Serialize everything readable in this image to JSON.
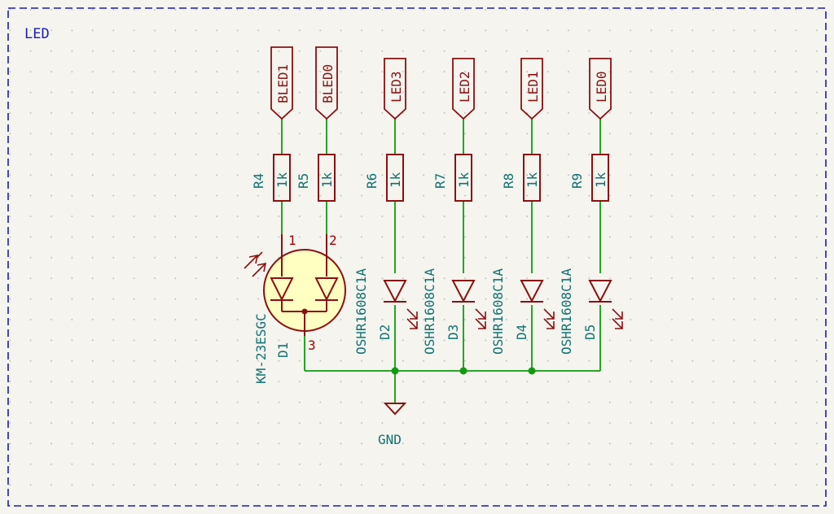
{
  "sheet": {
    "title": "LED"
  },
  "colors": {
    "background": "#f5f4ef",
    "frame": "#1b1bb5",
    "wire": "#0f9b0f",
    "symbol": "#8a1010",
    "label": "#0f7272",
    "pin_number": "#a00000",
    "led_body": "#ffffc2",
    "grid_dot": "#b4b4b4"
  },
  "ports": {
    "bled1": "BLED1",
    "bled0": "BLED0",
    "led3": "LED3",
    "led2": "LED2",
    "led1": "LED1",
    "led0": "LED0"
  },
  "resistors": [
    {
      "ref": "R4",
      "value": "1k"
    },
    {
      "ref": "R5",
      "value": "1k"
    },
    {
      "ref": "R6",
      "value": "1k"
    },
    {
      "ref": "R7",
      "value": "1k"
    },
    {
      "ref": "R8",
      "value": "1k"
    },
    {
      "ref": "R9",
      "value": "1k"
    }
  ],
  "bicolor_led": {
    "ref": "D1",
    "value": "KM-23ESGC",
    "pins": [
      "1",
      "2",
      "3"
    ]
  },
  "leds": [
    {
      "ref": "D2",
      "value": "OSHR1608C1A"
    },
    {
      "ref": "D3",
      "value": "OSHR1608C1A"
    },
    {
      "ref": "D4",
      "value": "OSHR1608C1A"
    },
    {
      "ref": "D5",
      "value": "OSHR1608C1A"
    }
  ],
  "ground": {
    "label": "GND"
  }
}
